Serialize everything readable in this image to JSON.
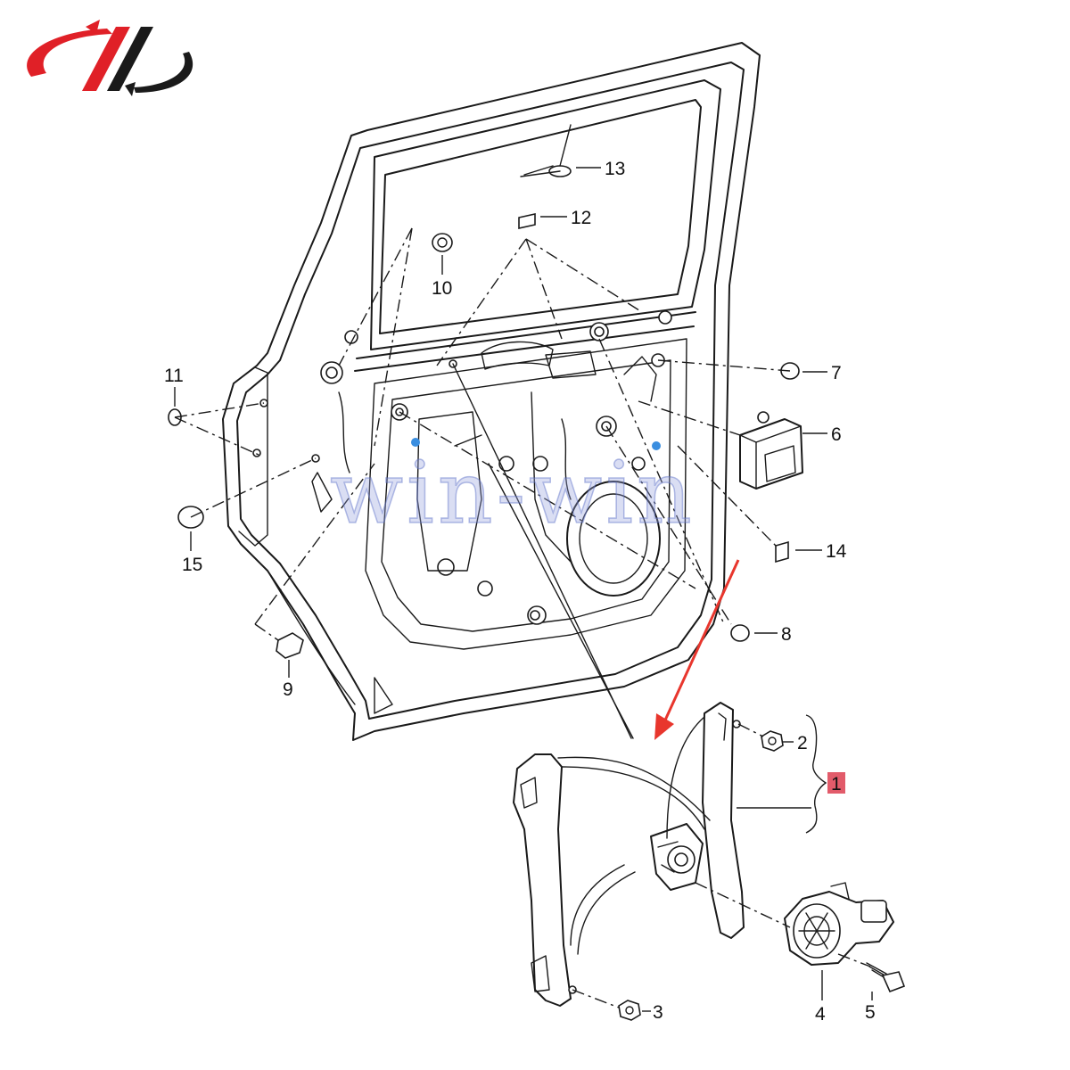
{
  "callouts": [
    {
      "id": "1",
      "label": "1",
      "highlighted": true
    },
    {
      "id": "2",
      "label": "2"
    },
    {
      "id": "3",
      "label": "3"
    },
    {
      "id": "4",
      "label": "4"
    },
    {
      "id": "5",
      "label": "5"
    },
    {
      "id": "6",
      "label": "6"
    },
    {
      "id": "7",
      "label": "7"
    },
    {
      "id": "8",
      "label": "8"
    },
    {
      "id": "9",
      "label": "9"
    },
    {
      "id": "10",
      "label": "10"
    },
    {
      "id": "11",
      "label": "11"
    },
    {
      "id": "12",
      "label": "12"
    },
    {
      "id": "13",
      "label": "13"
    },
    {
      "id": "14",
      "label": "14"
    },
    {
      "id": "15",
      "label": "15"
    }
  ],
  "watermark": {
    "text": "win-win"
  },
  "logo": {
    "name": "brand-logo",
    "colors": [
      "#e02027",
      "#1a1a1a"
    ]
  },
  "colors": {
    "highlight": "#e25b6a",
    "arrow": "#e8362d",
    "accent_dot": "#3a8ee0"
  }
}
